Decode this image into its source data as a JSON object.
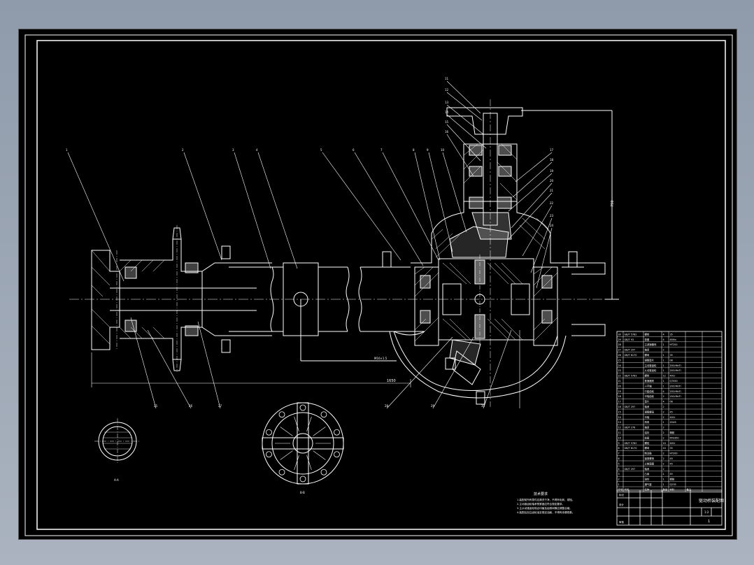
{
  "title_block": {
    "drawing_title": "驱动桥装配图",
    "scale": "1:2",
    "sheet_no": "1",
    "row_labels": [
      "标记",
      "设计",
      "审核"
    ]
  },
  "bom": {
    "header": [
      "序号",
      "代号",
      "名称",
      "数量",
      "材料",
      "备注"
    ],
    "rows": [
      [
        "30",
        "GB/T 5782",
        "螺栓",
        "4",
        "35",
        "",
        ""
      ],
      [
        "29",
        "GB/T 93",
        "垫圈",
        "4",
        "65Mn",
        "",
        ""
      ],
      [
        "28",
        "",
        "主减速器壳",
        "1",
        "HT200",
        "",
        ""
      ],
      [
        "27",
        "GB/T 297",
        "轴承",
        "2",
        "",
        "",
        ""
      ],
      [
        "26",
        "GB/T 6170",
        "螺母",
        "1",
        "35",
        "",
        ""
      ],
      [
        "25",
        "",
        "调整垫片",
        "1",
        "08",
        "",
        ""
      ],
      [
        "24",
        "",
        "主动锥齿轮",
        "1",
        "20CrMnTi",
        "",
        ""
      ],
      [
        "23",
        "",
        "从动锥齿轮",
        "1",
        "20CrMnTi",
        "",
        ""
      ],
      [
        "22",
        "GB/T 5783",
        "螺栓",
        "12",
        "40Cr",
        "",
        ""
      ],
      [
        "21",
        "",
        "差速器壳",
        "1",
        "QT450",
        "",
        ""
      ],
      [
        "20",
        "",
        "十字轴",
        "1",
        "20CrMnTi",
        "",
        ""
      ],
      [
        "19",
        "",
        "行星齿轮",
        "4",
        "20CrMnTi",
        "",
        ""
      ],
      [
        "18",
        "",
        "半轴齿轮",
        "2",
        "20CrMnTi",
        "",
        ""
      ],
      [
        "17",
        "",
        "垫片",
        "4",
        "08",
        "",
        ""
      ],
      [
        "16",
        "GB/T 297",
        "轴承",
        "2",
        "",
        "",
        ""
      ],
      [
        "15",
        "",
        "调整螺母",
        "2",
        "45",
        "",
        ""
      ],
      [
        "14",
        "",
        "半轴",
        "2",
        "40Cr",
        "",
        ""
      ],
      [
        "13",
        "",
        "桥壳",
        "1",
        "ZG45",
        "",
        ""
      ],
      [
        "12",
        "GB/T 276",
        "轴承",
        "2",
        "",
        "",
        ""
      ],
      [
        "11",
        "",
        "油封",
        "2",
        "橡胶",
        "",
        ""
      ],
      [
        "10",
        "",
        "轮毂",
        "2",
        "KTH350",
        "",
        ""
      ],
      [
        "9",
        "GB/T 5782",
        "螺栓",
        "10",
        "40Cr",
        "",
        ""
      ],
      [
        "8",
        "GB/T 6170",
        "螺母",
        "10",
        "35",
        "",
        ""
      ],
      [
        "7",
        "",
        "制动鼓",
        "2",
        "HT200",
        "",
        ""
      ],
      [
        "6",
        "",
        "锁紧螺母",
        "2",
        "45",
        "",
        ""
      ],
      [
        "5",
        "",
        "止推垫圈",
        "2",
        "45",
        "",
        ""
      ],
      [
        "4",
        "GB/T 297",
        "轴承",
        "2",
        "",
        "",
        ""
      ],
      [
        "3",
        "",
        "凸缘",
        "1",
        "45",
        "",
        ""
      ],
      [
        "2",
        "",
        "油封",
        "1",
        "橡胶",
        "",
        ""
      ],
      [
        "1",
        "",
        "通气塞",
        "1",
        "Q235",
        "",
        ""
      ]
    ]
  },
  "tech_requirements": {
    "heading": "技术要求",
    "lines": [
      "1.装配前所有零件应清洗干净，不得有毛刺、锈蚀。",
      "2.主动锥齿轮轴承预紧度应符合规定要求。",
      "3.主从动锥齿轮啮合印痕及齿侧间隙应调整合格。",
      "4.装配后加注齿轮油至规定油面，不得有渗漏现象。"
    ]
  },
  "view_labels": [
    "A-A",
    "B-B"
  ],
  "dimensions": [
    "1650",
    "790",
    "M16×1.5"
  ],
  "part_callouts": [
    "1",
    "2",
    "3",
    "4",
    "5",
    "6",
    "7",
    "8",
    "9",
    "10",
    "11",
    "12",
    "13",
    "14",
    "15",
    "16",
    "17",
    "18",
    "19",
    "20",
    "21",
    "22",
    "23",
    "24",
    "25",
    "26",
    "27",
    "28",
    "29",
    "30"
  ]
}
